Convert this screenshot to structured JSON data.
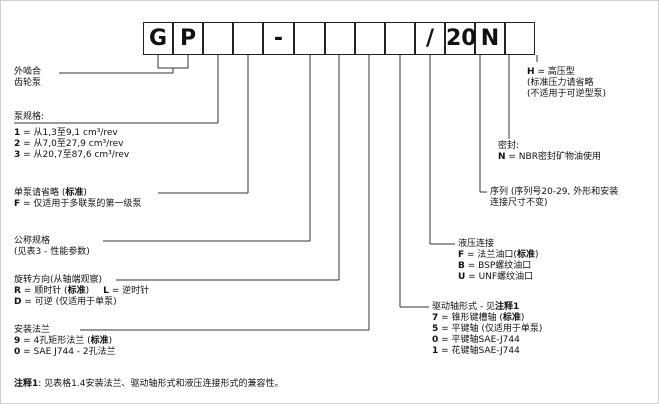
{
  "code_boxes": [
    "G",
    "P",
    "",
    "",
    "-",
    "",
    "",
    "",
    "",
    "/",
    "20",
    "N",
    ""
  ],
  "labels": {
    "gear_pump": [
      "外啮合",
      "齿轮泵"
    ],
    "pump_size": {
      "title": "泵规格:",
      "rows": [
        {
          "key": "1",
          "text": " = 从1,3至9,1 cm³/rev"
        },
        {
          "key": "2",
          "text": " = 从7,0至27,9 cm³/rev"
        },
        {
          "key": "3",
          "text": " = 从20,7至87,6 cm³/rev"
        }
      ]
    },
    "single_pump": {
      "title_pre": "单泵请省略 (",
      "title_bold": "标准",
      "title_post": ")",
      "key": "F",
      "text": " = 仅适用于多联泵的第一级泵"
    },
    "nominal": [
      "公称规格",
      "(见表3 - 性能参数)"
    ],
    "rotation": {
      "title": "旋转方向(从轴端观察)",
      "line1_key": "R",
      "line1_text": " = 顺时针 (",
      "line1_bold": "标准",
      "line1_post": ")",
      "line1_key2": "L",
      "line1_text2": " = 逆时针",
      "line2_key": "D",
      "line2_text": " = 可逆 (仅适用于单泵)"
    },
    "flange": {
      "title": "安装法兰",
      "line1_key": "9",
      "line1_text": " = 4孔矩形法兰 (",
      "line1_bold": "标准",
      "line1_post": ")",
      "line2_key": "0",
      "line2_text": " = SAE J744 - 2孔法兰"
    },
    "drive_shaft": {
      "title_pre": "驱动轴形式 - 见",
      "title_bold": "注释1",
      "rows": [
        {
          "key": "7",
          "text": " = 锥形键槽轴 (",
          "bold": "标准",
          "post": ")"
        },
        {
          "key": "5",
          "text": " = 平键轴 (仅适用于单泵)",
          "bold": "",
          "post": ""
        },
        {
          "key": "0",
          "text": " = 平键轴SAE-J744",
          "bold": "",
          "post": ""
        },
        {
          "key": "1",
          "text": " = 花键轴SAE-J744",
          "bold": "",
          "post": ""
        }
      ]
    },
    "hydraulic": {
      "title": "液压连接",
      "rows": [
        {
          "key": "F",
          "text": " = 法兰油口(",
          "bold": "标准",
          "post": ")"
        },
        {
          "key": "B",
          "text": " = BSP螺纹油口",
          "bold": "",
          "post": ""
        },
        {
          "key": "U",
          "text": " = UNF螺纹油口",
          "bold": "",
          "post": ""
        }
      ]
    },
    "series": [
      "序列 (序列号20-29, 外形和安装",
      "连接尺寸不变)"
    ],
    "seal": {
      "title": "密封:",
      "key": "N",
      "text": " = NBR密封矿物油使用"
    },
    "high_pressure": {
      "key": "H",
      "text": " = 高压型",
      "line2": "(标准压力请省略",
      "line3": "(不适用于可逆型泵)"
    },
    "note": {
      "bold": "注释1",
      "text": ": 见表格1.4安装法兰、驱动轴形式和液压连接形式的兼容性。"
    }
  }
}
